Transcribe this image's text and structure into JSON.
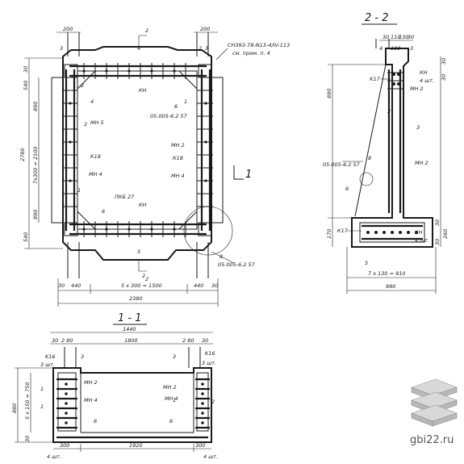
{
  "plan": {
    "top_dims": [
      "200",
      "200"
    ],
    "labels": [
      "3",
      "4",
      "2",
      "3",
      "2",
      "4",
      "6",
      "1",
      "2",
      "1",
      "5",
      "2",
      "6"
    ],
    "section_marks": [
      "2",
      "2",
      "1"
    ],
    "note_top": "СН393-78-N13-4/IV-113",
    "note_top2": "см. прим. п. 4",
    "leaders": [
      "КН",
      "МН 5",
      "К18",
      "МН 4",
      "МН 2",
      "К18",
      "МН 4",
      "05.005-6.2 57",
      "ПКБ 27",
      "КН",
      "05.005-6.2 57",
      "8"
    ],
    "left_dims": [
      "540",
      "890",
      "2780",
      "7x300 = 2100",
      "890",
      "540",
      "30"
    ],
    "bottom_dims": [
      "30",
      "440",
      "5 x 300 = 1500",
      "440",
      "30",
      "2380"
    ]
  },
  "sec22": {
    "title": "2 - 2",
    "top_dims": [
      "30",
      "110",
      "130",
      "30",
      "180"
    ],
    "labels": [
      "4",
      "3",
      "8",
      "6",
      "3",
      "5",
      "2"
    ],
    "leaders": [
      "К17",
      "КН",
      "4 шт.",
      "МН 2",
      "МН 2",
      "05.005-6.2 57",
      "К17",
      "КН",
      "4 шт."
    ],
    "left_dims": [
      "890",
      "170"
    ],
    "right_dims": [
      "30",
      "30",
      "30",
      "30",
      "260"
    ],
    "bottom_dims": [
      "7 x 130 = 910",
      "990"
    ]
  },
  "sec11": {
    "title": "1 - 1",
    "top_dims": [
      "1440",
      "30",
      "2 80",
      "1800",
      "2 80",
      "30"
    ],
    "labels": [
      "K16",
      "3 шт.",
      "3",
      "1",
      "1",
      "6",
      "3",
      "1",
      "6",
      "2",
      "K16",
      "3 шт."
    ],
    "leaders": [
      "МН 2",
      "МН 4",
      "МН 2",
      "МН 4"
    ],
    "left_dims": [
      "880",
      "5 x 150 = 750",
      "30"
    ],
    "bottom_dims": [
      "300",
      "1920",
      "300"
    ],
    "bottom_labels": [
      "4 шт.",
      "4 шт."
    ]
  },
  "watermark": "gbi22.ru"
}
